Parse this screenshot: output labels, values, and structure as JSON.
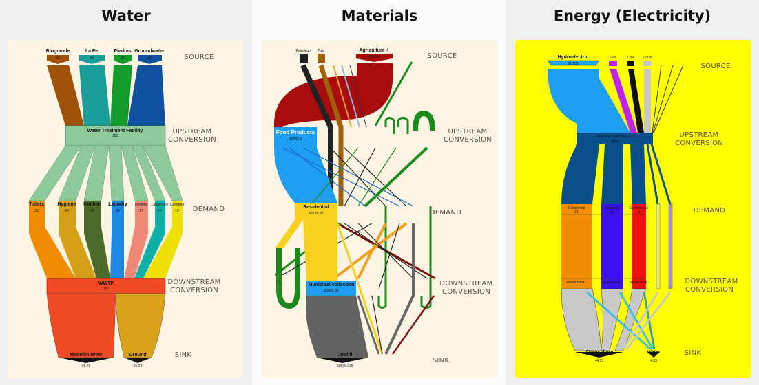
{
  "panels": {
    "water": {
      "title": "Water",
      "stages": [
        "SOURCE",
        "UPSTREAM",
        "CONVERSION",
        "DEMAND",
        "DOWNSTREAM",
        "CONVERSION",
        "SINK"
      ],
      "sources": [
        {
          "label": "Riogrande",
          "value": "29",
          "color": "#a0520a"
        },
        {
          "label": "La Fe",
          "value": "40",
          "color": "#1a9e9a"
        },
        {
          "label": "Piedras",
          "value": "25",
          "color": "#129a2a"
        },
        {
          "label": "Groundwater",
          "value": "58",
          "color": "#1050a0"
        }
      ],
      "upstream": {
        "label": "Water Treatment Facility",
        "value": "152"
      },
      "demand": [
        {
          "label": "Toilets",
          "value": "33",
          "color": "#f28c00"
        },
        {
          "label": "Hygiene",
          "value": "26",
          "color": "#d4a017"
        },
        {
          "label": "Kitchen",
          "value": "26",
          "color": "#4a6b2a"
        },
        {
          "label": "Laundry",
          "value": "22",
          "color": "#1e88e5"
        },
        {
          "label": "Drinking",
          "value": "17",
          "color": "#f08878"
        },
        {
          "label": "Landscape",
          "value": "16",
          "color": "#10b0a8"
        },
        {
          "label": "Cafeteria",
          "value": "12",
          "color": "#f0e000"
        }
      ],
      "downstream": {
        "label": "WWTP",
        "value": "152"
      },
      "sinks": [
        {
          "label": "Medellin River",
          "value": "95.76",
          "color": "#f24a25"
        },
        {
          "label": "Ground",
          "value": "56.24",
          "color": "#d9a21a"
        }
      ]
    },
    "materials": {
      "title": "Materials",
      "stages": [
        "SOURCE",
        "UPSTREAM",
        "CONVERSION",
        "DEMAND",
        "DOWNSTREAM",
        "CONVERSION",
        "SINK"
      ],
      "sources": [
        {
          "label": "Petroleum",
          "color": "#222222"
        },
        {
          "label": "Pulp",
          "color": "#a0600a"
        },
        {
          "label": "Agriculture +",
          "value": "43742.4",
          "color": "#a80c0c"
        }
      ],
      "upstream": {
        "label": "Food Products",
        "value": "40742.4"
      },
      "demand": {
        "label": "Residential",
        "value": "52190.86"
      },
      "downstream": {
        "label": "Municipal collection",
        "value": "52648.36"
      },
      "sink": {
        "label": "Landfill",
        "value": "58836.025"
      }
    },
    "energy": {
      "title": "Energy (Electricity)",
      "stages": [
        "SOURCE",
        "UPSTREAM",
        "CONVERSION",
        "DEMAND",
        "DOWNSTREAM",
        "CONVERSION",
        "SINK"
      ],
      "sources": [
        {
          "label": "Hydroelectric",
          "value": "36.105",
          "color": "#1e9ef0"
        },
        {
          "label": "Gas",
          "color": "#c020f0"
        },
        {
          "label": "Coal",
          "color": "#111111"
        },
        {
          "label": "Liquid",
          "color": "#c8c8c8"
        }
      ],
      "upstream": {
        "label": "Regional Electricity Grid",
        "value": "49.4"
      },
      "demand": [
        {
          "label": "Residential",
          "value": "21",
          "color": "#f28c00"
        },
        {
          "label": "Industrial",
          "value": "15",
          "color": "#3a10f0"
        },
        {
          "label": "Commercial",
          "value": "8",
          "color": "#f01010"
        }
      ],
      "downstream": {
        "label": "Waste Heat -"
      },
      "sinks": [
        {
          "label": "Atmosphere",
          "value": "44.51"
        },
        {
          "label": "Water",
          "value": "4.89"
        }
      ]
    }
  }
}
